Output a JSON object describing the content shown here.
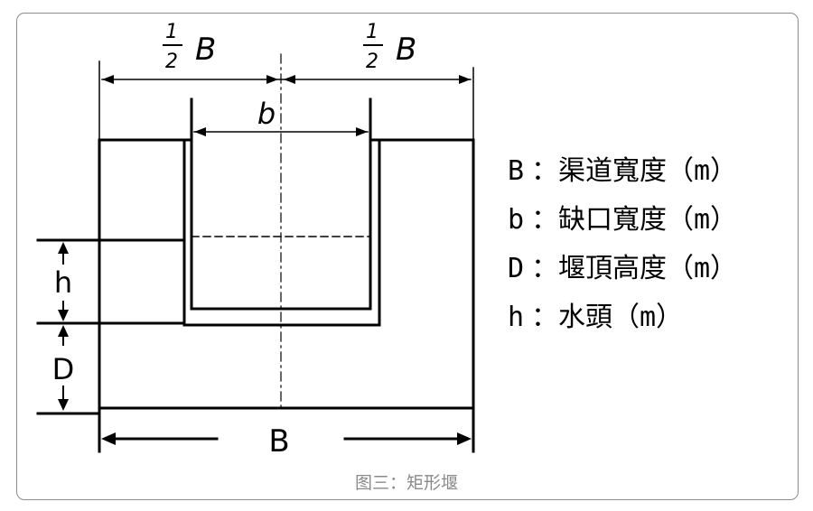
{
  "diagram": {
    "half_B_num": "1",
    "half_B_den": "2",
    "half_B_var": "B",
    "notch_label": "b",
    "head_label": "h",
    "crest_label": "D",
    "width_label": "B"
  },
  "legend": [
    {
      "symbol": "B",
      "sep": "：",
      "text": "渠道寬度（m）"
    },
    {
      "symbol": "b",
      "sep": "：",
      "text": "缺口寬度（m）"
    },
    {
      "symbol": "D",
      "sep": "：",
      "text": "堰頂高度（m）"
    },
    {
      "symbol": "h",
      "sep": "：",
      "text": "水頭（m）"
    }
  ],
  "caption": "图三：矩形堰"
}
